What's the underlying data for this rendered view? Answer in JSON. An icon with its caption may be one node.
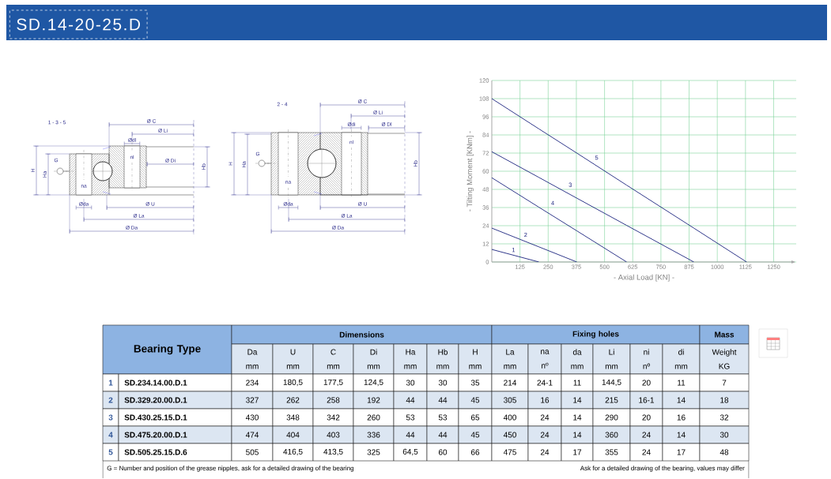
{
  "diagram": {
    "title": "SD.14-20-25.D",
    "labels": [
      "1 - 3 - 5",
      "Ø C",
      "Ø Li",
      "Ødl",
      "G",
      "nl",
      "Ø Di",
      "H",
      "Ha",
      "Hb",
      "na",
      "Øda",
      "Ø U",
      "Ø La",
      "Ø Da",
      "2 - 4",
      "Ø C",
      "Ø Li",
      "Ødi",
      "Ø Dl",
      "nl",
      "G",
      "H",
      "Ha",
      "Hb",
      "na",
      "Øda",
      "Ø U",
      "Ø La",
      "Ø Da",
      "Bearing Type",
      "Dimensions",
      "Fixing holes",
      "Mass",
      "Da mm",
      "U mm",
      "C mm",
      "Di mm",
      "Ha mm",
      "Hb mm",
      "H mm",
      "La mm",
      "na nº",
      "da mm",
      "Li mm",
      "ni nº",
      "di mm",
      "Weight KG",
      "1",
      "SD.234.14.00.D.1",
      "234",
      "180,5",
      "177,5",
      "124,5",
      "30",
      "30",
      "35",
      "214",
      "24-1",
      "11",
      "144,5",
      "20",
      "11",
      "7",
      "2",
      "SD.329.20.00.D.1",
      "327",
      "262",
      "258",
      "192",
      "44",
      "44",
      "45",
      "305",
      "16",
      "14",
      "215",
      "16-1",
      "14",
      "18",
      "3",
      "SD.430.25.15.D.1",
      "430",
      "348",
      "342",
      "260",
      "53",
      "53",
      "65",
      "400",
      "24",
      "14",
      "290",
      "20",
      "16",
      "32",
      "4",
      "SD.475.20.00.D.1",
      "474",
      "404",
      "403",
      "336",
      "44",
      "44",
      "45",
      "450",
      "24",
      "14",
      "360",
      "24",
      "14",
      "30",
      "5",
      "SD.505.25.15.D.6",
      "505",
      "416,5",
      "413,5",
      "325",
      "64,5",
      "60",
      "66",
      "475",
      "24",
      "17",
      "355",
      "24",
      "17",
      "48",
      "G = Number and position of the grease nipples, ask for a detailed drawing of the bearing",
      "Ask for a detailed drawing of the bearing, values may differ"
    ],
    "chart_data": {
      "type": "line",
      "xlabel": "- Axial Load [KN] -",
      "ylabel": "- Tilting Moment [KNm] -",
      "x": [
        0,
        209,
        377,
        598,
        896,
        1130
      ],
      "series": [
        {
          "name": "1",
          "color": "#1a237e",
          "values": [
            8.3,
            0,
            null,
            null,
            null,
            null
          ]
        },
        {
          "name": "2",
          "color": "#1a237e",
          "values": [
            22.4,
            10.0,
            0,
            null,
            null,
            null
          ]
        },
        {
          "name": "3",
          "color": "#1a237e",
          "values": [
            72.9,
            55.9,
            42.2,
            24.2,
            0,
            null
          ]
        },
        {
          "name": "4",
          "color": "#1a237e",
          "values": [
            55.7,
            36.2,
            20.6,
            0,
            null,
            null
          ]
        },
        {
          "name": "5",
          "color": "#1a237e",
          "values": [
            108,
            88.0,
            72.0,
            50.8,
            22.4,
            0
          ]
        }
      ],
      "grid": true,
      "xlim": [
        0,
        1250
      ],
      "ylim": [
        0,
        120
      ],
      "xticks": [
        125,
        250,
        375,
        500,
        625,
        750,
        875,
        1000,
        1125,
        1250
      ],
      "yticks": [
        0,
        12,
        24,
        36,
        48,
        60,
        72,
        84,
        96,
        108,
        120
      ]
    }
  }
}
